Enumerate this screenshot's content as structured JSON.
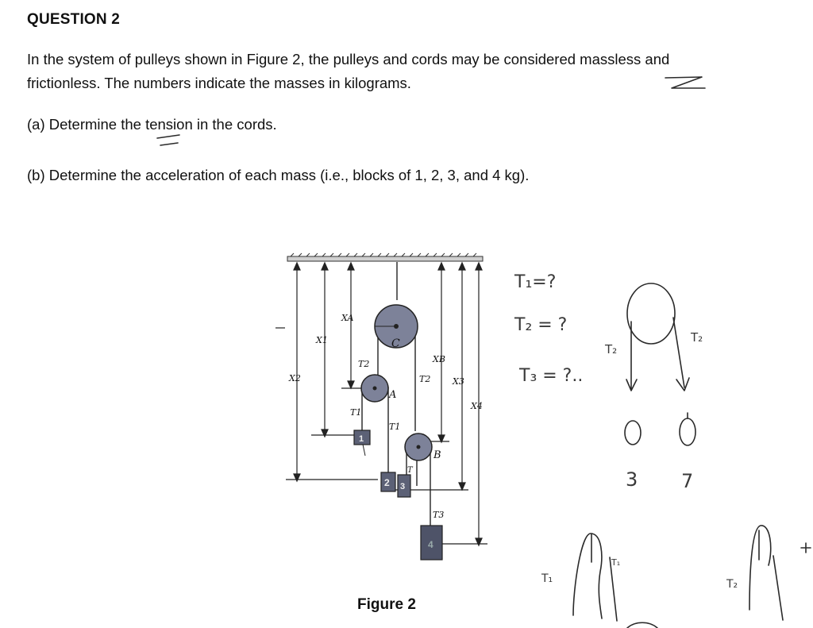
{
  "question": {
    "title": "QUESTION 2",
    "intro_line1": "In the system of pulleys shown in Figure 2, the pulleys and cords may be considered massless and",
    "intro_line2": "frictionless. The numbers indicate the masses in kilograms.",
    "part_a": "(a) Determine the tension in the cords.",
    "part_b": "(b) Determine the acceleration of each mass (i.e., blocks of 1, 2, 3, and 4 kg)."
  },
  "figure": {
    "caption": "Figure 2",
    "pulleys": [
      "C",
      "A",
      "B"
    ],
    "blocks": [
      "1",
      "2",
      "3",
      "4"
    ],
    "tension_labels": [
      "T2",
      "T1",
      "T2",
      "T1",
      "T",
      "T3"
    ],
    "position_labels": [
      "X2",
      "X1",
      "XA",
      "XB",
      "X3",
      "X4"
    ],
    "colors": {
      "pulley": "#7d8299",
      "block": "#5c6176"
    }
  },
  "handwritten": {
    "t1": "T₁=?",
    "t2": "T₂ = ?",
    "t3": "T₃ = ?..",
    "left_rope": "T₂",
    "right_rope": "T₂",
    "mass_left": "3",
    "mass_right": "7",
    "bottom_left_a": "T₁",
    "bottom_left_b": "T₁",
    "bottom_right": "T₂"
  }
}
